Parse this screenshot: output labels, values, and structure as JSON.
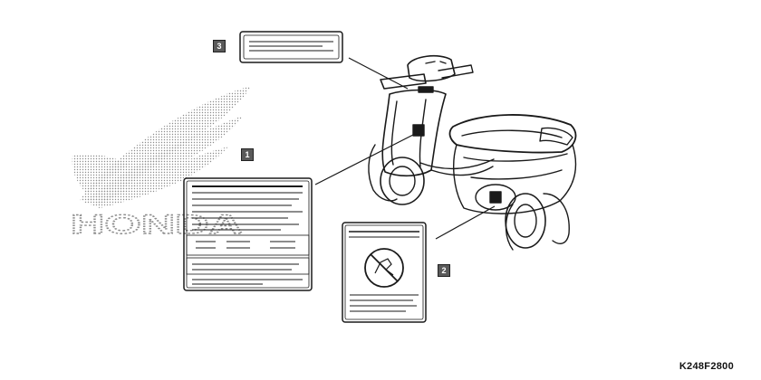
{
  "callouts": [
    "1",
    "2",
    "3"
  ],
  "logo_text": "HONDA",
  "figure_code": "K248F2800",
  "icons": [
    "honda-wing-logo",
    "no-modify-symbol-icon"
  ],
  "colors": {
    "line": "#1a1a1a",
    "callout_fill": "#5a5a5a",
    "logo_dots": "#9a9a9a"
  }
}
